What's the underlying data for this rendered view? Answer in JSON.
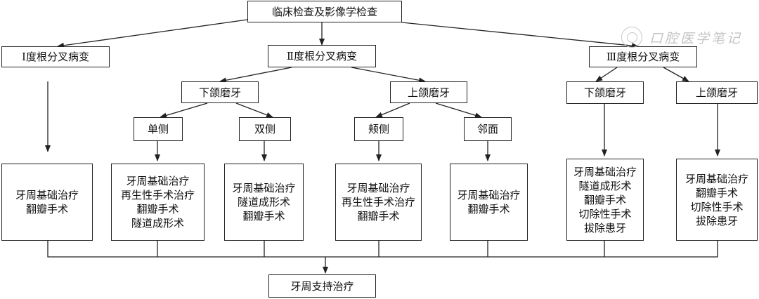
{
  "nodes": {
    "root": "临床检查及影像学检查",
    "deg1": "Ⅰ度根分叉病变",
    "deg2": "Ⅱ度根分叉病变",
    "deg3": "Ⅲ度根分叉病变",
    "d2_lower": "下颌磨牙",
    "d2_upper": "上颌磨牙",
    "d3_lower": "下颌磨牙",
    "d3_upper": "上颌磨牙",
    "single": "单侧",
    "double": "双侧",
    "buccal": "颊侧",
    "proximal": "邻面",
    "final": "牙周支持治疗"
  },
  "treatments": {
    "t1": [
      "牙周基础治疗",
      "翻瓣手术"
    ],
    "t2": [
      "牙周基础治疗",
      "再生性手术治疗",
      "翻瓣手术",
      "隧道成形术"
    ],
    "t3": [
      "牙周基础治疗",
      "隧道成形术",
      "翻瓣手术"
    ],
    "t4": [
      "牙周基础治疗",
      "再生性手术治疗",
      "翻瓣手术"
    ],
    "t5": [
      "牙周基础治疗",
      "翻瓣手术"
    ],
    "t6": [
      "牙周基础治疗",
      "隧道成形术",
      "翻瓣手术",
      "切除性手术",
      "拔除患牙"
    ],
    "t7": [
      "牙周基础治疗",
      "翻瓣手术",
      "切除性手术",
      "拔除患牙"
    ]
  },
  "watermark": {
    "text": "口腔医学笔记",
    "seal_icon": "circular-seal-icon"
  },
  "colors": {
    "line": "#222222",
    "watermark": "#c4c4c4"
  }
}
